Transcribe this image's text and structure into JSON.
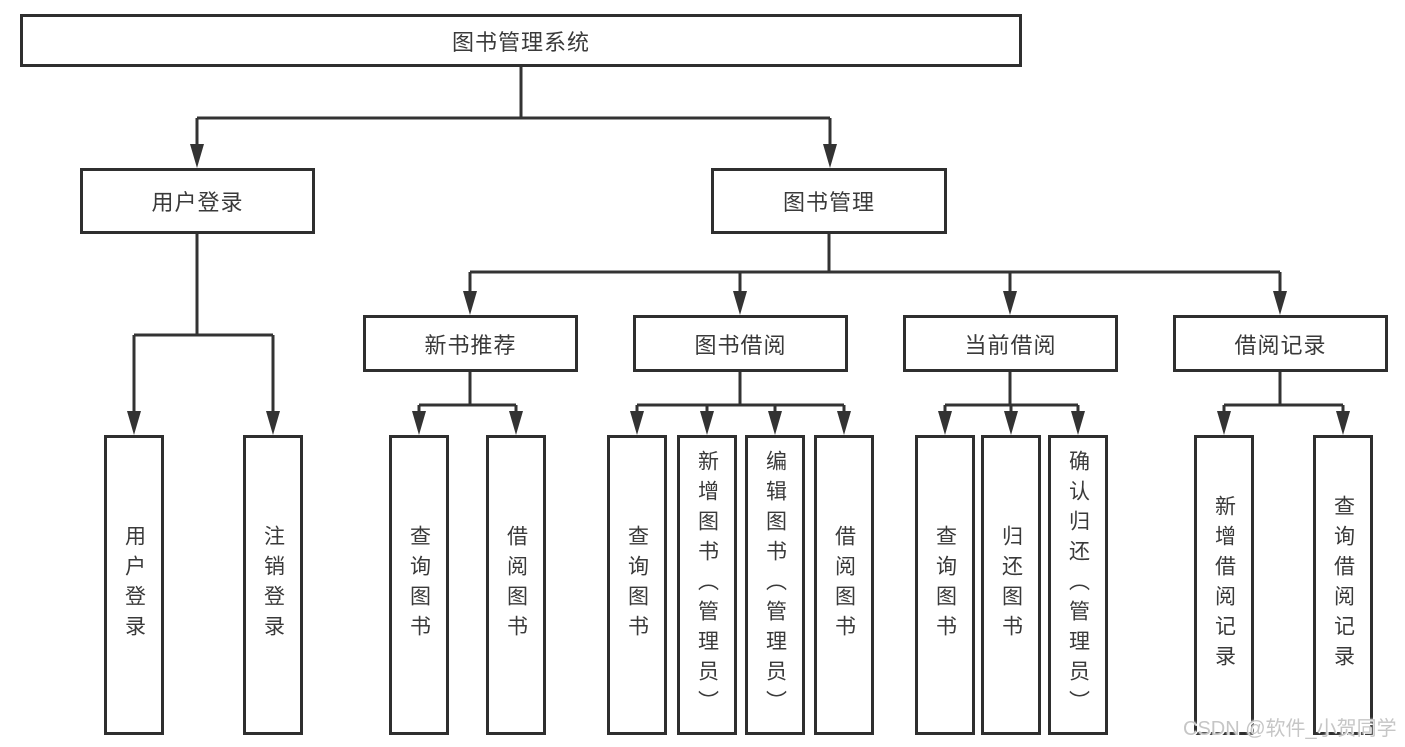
{
  "diagram": {
    "root": "图书管理系统",
    "level2": {
      "user_login": "用户登录",
      "book_mgmt": "图书管理"
    },
    "level3": {
      "new_book": "新书推荐",
      "book_borrow": "图书借阅",
      "current_borrow": "当前借阅",
      "borrow_record": "借阅记录"
    },
    "leaves": {
      "user_login": [
        "用户登录",
        "注销登录"
      ],
      "new_book": [
        "查询图书",
        "借阅图书"
      ],
      "book_borrow": [
        "查询图书",
        "新增图书（管理员）",
        "编辑图书（管理员）",
        "借阅图书"
      ],
      "current_borrow": [
        "查询图书",
        "归还图书",
        "确认归还（管理员）"
      ],
      "borrow_record": [
        "新增借阅记录",
        "查询借阅记录"
      ]
    },
    "colors": {
      "line": "#333333",
      "border": "#2f2f2f",
      "text": "#3a3a3a",
      "watermark": "#c6c6c6"
    },
    "watermark": "CSDN @软件_小贺同学"
  }
}
